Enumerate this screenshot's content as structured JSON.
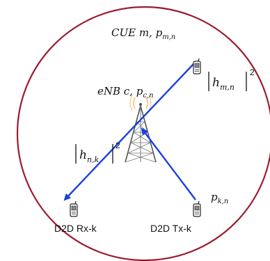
{
  "labels": {
    "cue": "CUE m, p",
    "cue_sub": "m,n",
    "enb": "eNB c, p",
    "enb_sub": "c,n",
    "h_mn": "h",
    "h_mn_sub": "m,n",
    "h_mn_exp": "2",
    "h_nk": "h",
    "h_nk_sub": "n,k",
    "h_nk_exp": "2",
    "p_kn": "p",
    "p_kn_sub": "k,n",
    "rx": "D2D Rx-k",
    "tx": "D2D Tx-k"
  },
  "colors": {
    "cell_boundary": "#9b1b30",
    "link": "#1a3fe0",
    "tower": "#444444",
    "signal": "#f2a23a"
  },
  "icons": {
    "base_station": "cell-tower-icon",
    "phone": "mobile-phone-icon"
  }
}
